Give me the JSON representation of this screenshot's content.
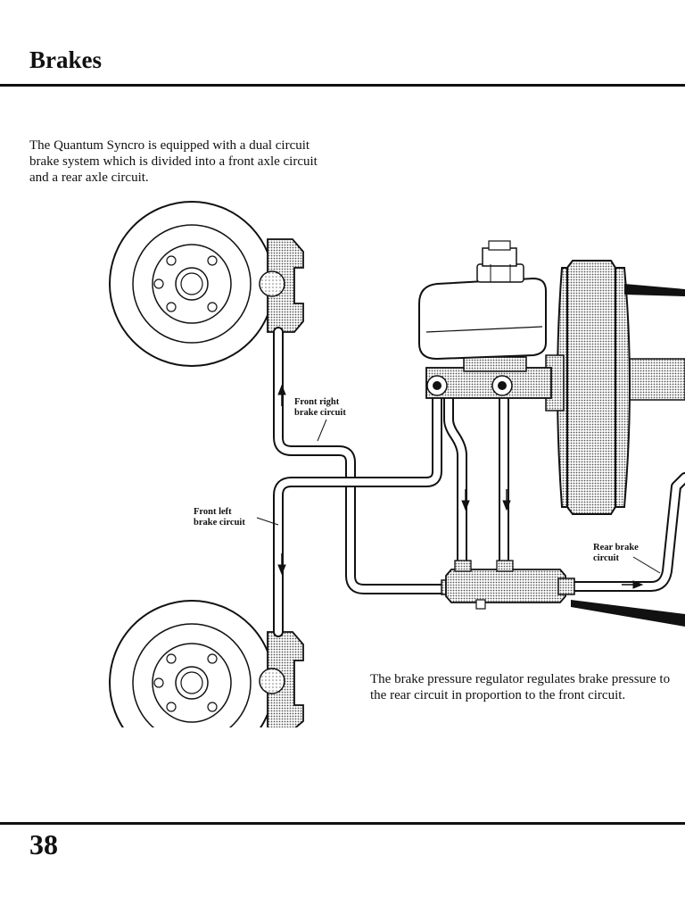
{
  "header": {
    "title": "Brakes"
  },
  "intro": {
    "text": "The Quantum Syncro is equipped with a dual circuit brake system which is divided into a front axle circuit and a rear axle circuit."
  },
  "diagram": {
    "labels": {
      "front_right": [
        "Front right",
        "brake circuit"
      ],
      "front_left": [
        "Front left",
        "brake circuit"
      ],
      "rear": [
        "Rear brake",
        "circuit"
      ]
    }
  },
  "caption": {
    "text": "The brake pressure regulator regulates brake pressure to the rear circuit in proportion to the front circuit."
  },
  "footer": {
    "page_number": "38"
  }
}
